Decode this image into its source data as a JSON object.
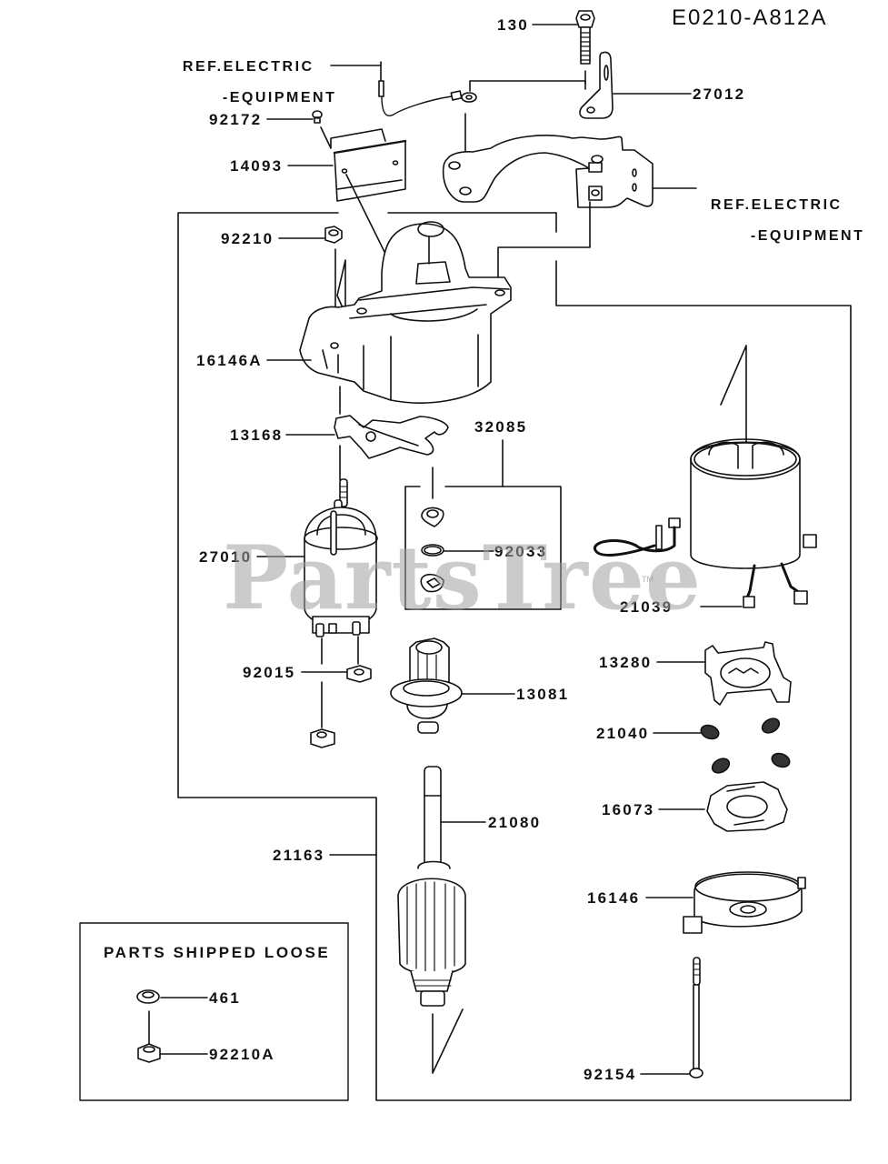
{
  "diagram": {
    "code": "E0210-A812A",
    "watermark": "PartsTree",
    "watermark_tm": "TM",
    "references": [
      {
        "id": "ref-electric-equipment-top",
        "line1": "REF.ELECTRIC",
        "line2": "-EQUIPMENT"
      },
      {
        "id": "ref-electric-equipment-right",
        "line1": "REF.ELECTRIC",
        "line2": "-EQUIPMENT"
      }
    ],
    "parts": [
      {
        "number": "130",
        "name": "bolt"
      },
      {
        "number": "27012",
        "name": "bracket-upper"
      },
      {
        "number": "92172",
        "name": "screw"
      },
      {
        "number": "14093",
        "name": "cover-plate"
      },
      {
        "number": "92210",
        "name": "nut"
      },
      {
        "number": "16146A",
        "name": "drive-end-housing"
      },
      {
        "number": "13168",
        "name": "shift-lever"
      },
      {
        "number": "32085",
        "name": "kit-group"
      },
      {
        "number": "92033",
        "name": "snap-ring"
      },
      {
        "number": "27010",
        "name": "solenoid-switch"
      },
      {
        "number": "92015",
        "name": "nut-terminal"
      },
      {
        "number": "13081",
        "name": "pinion-drive"
      },
      {
        "number": "21039",
        "name": "yoke-field-coil"
      },
      {
        "number": "13280",
        "name": "brush-holder"
      },
      {
        "number": "21040",
        "name": "brush-spring"
      },
      {
        "number": "16073",
        "name": "brush-plate"
      },
      {
        "number": "16146",
        "name": "end-cover"
      },
      {
        "number": "21080",
        "name": "armature-shaft"
      },
      {
        "number": "21163",
        "name": "starter-assembly"
      },
      {
        "number": "92154",
        "name": "through-bolt"
      }
    ],
    "loose_parts": {
      "title": "PARTS SHIPPED LOOSE",
      "items": [
        {
          "number": "461",
          "name": "washer"
        },
        {
          "number": "92210A",
          "name": "nut"
        }
      ]
    }
  }
}
